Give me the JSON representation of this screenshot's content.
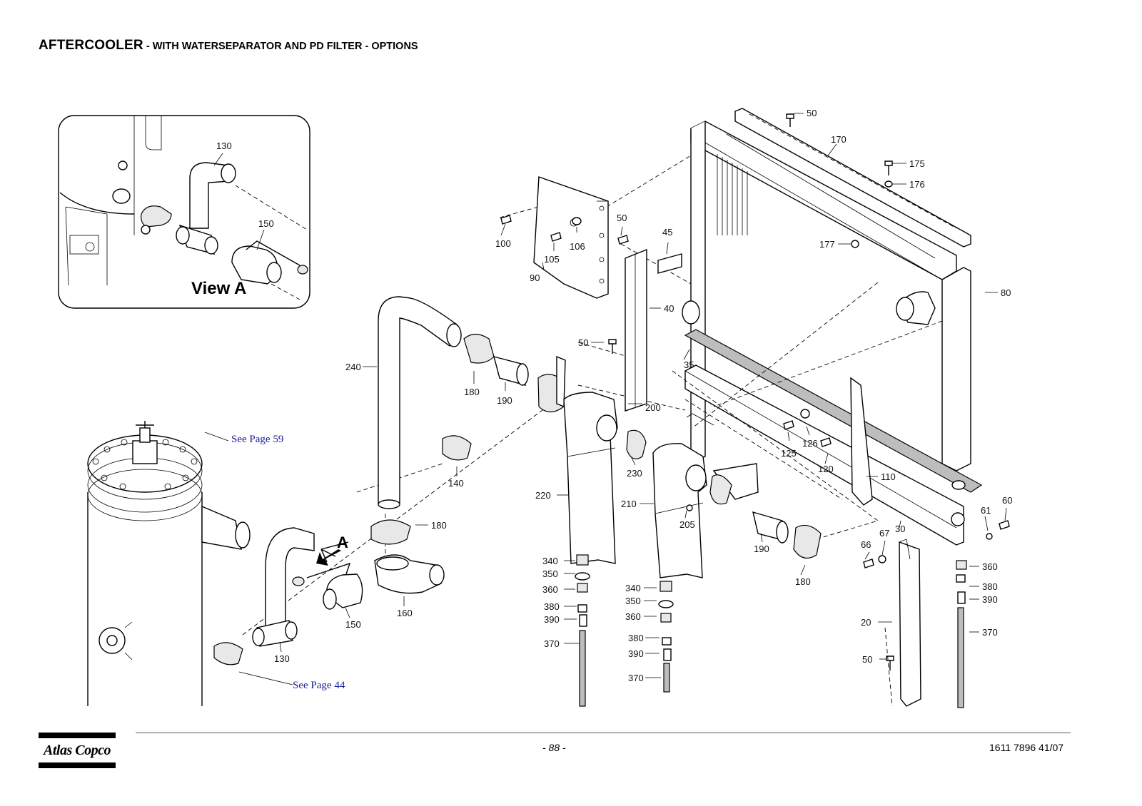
{
  "header": {
    "title_main": "AFTERCOOLER",
    "title_sub": " - WITH WATERSEPARATOR AND PD FILTER - OPTIONS"
  },
  "diagram": {
    "view_label": "View A",
    "arrow_label": "A",
    "see_page_59": "See Page 59",
    "see_page_44": "See Page 44",
    "callouts": {
      "c130a": "130",
      "c150a": "150",
      "c50a": "50",
      "c170": "170",
      "c175": "175",
      "c176": "176",
      "c177": "177",
      "c80": "80",
      "c100": "100",
      "c105": "105",
      "c106": "106",
      "c90": "90",
      "c50b": "50",
      "c45": "45",
      "c40": "40",
      "c50c": "50",
      "c35": "35",
      "c240": "240",
      "c180a": "180",
      "c190a": "190",
      "c200": "200",
      "c126": "126",
      "c125": "125",
      "c120": "120",
      "c110": "110",
      "c230": "230",
      "c220": "220",
      "c210": "210",
      "c205": "205",
      "c140": "140",
      "c180b": "180",
      "c160": "160",
      "c150b": "150",
      "c130b": "130",
      "c190b": "190",
      "c180c": "180",
      "c30": "30",
      "c60": "60",
      "c61": "61",
      "c67": "67",
      "c66": "66",
      "c360a": "360",
      "c380a": "380",
      "c390a": "390",
      "c370a": "370",
      "c20": "20",
      "c50d": "50",
      "c340a": "340",
      "c350a": "350",
      "c360b": "360",
      "c380b": "380",
      "c390b": "390",
      "c370b": "370",
      "c340b": "340",
      "c350b": "350",
      "c360c": "360",
      "c380c": "380",
      "c390c": "390",
      "c370c": "370"
    }
  },
  "footer": {
    "brand": "Atlas Copco",
    "page_number": "- 88 -",
    "doc_number": "1611 7896 41/07"
  }
}
